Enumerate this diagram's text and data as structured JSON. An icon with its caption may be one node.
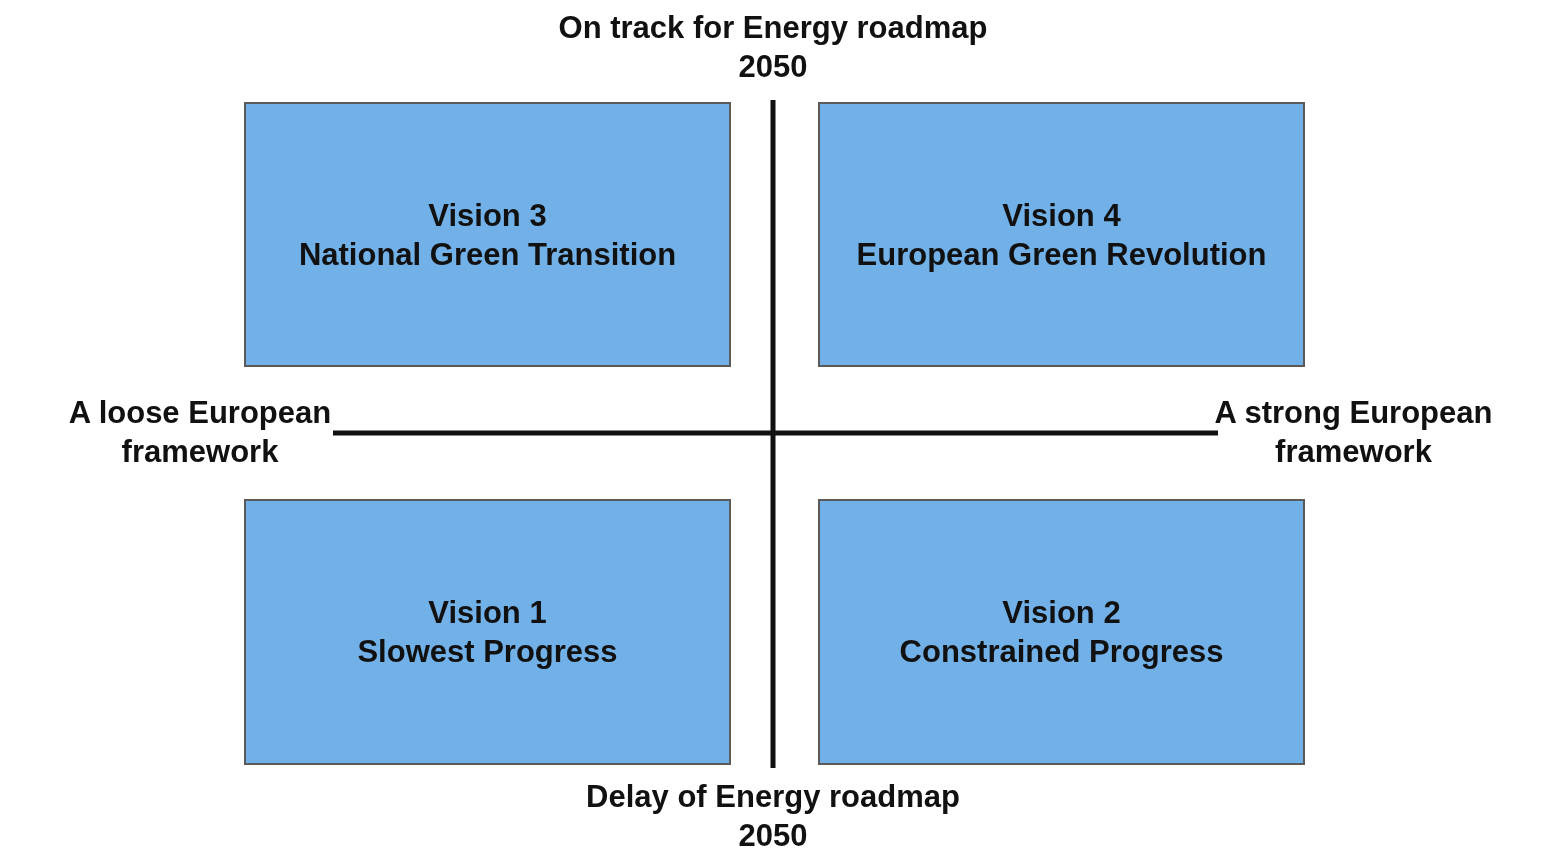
{
  "diagram": {
    "nodes": [
      {
        "text": [
          "Vision 3",
          "National Green Transition"
        ]
      },
      {
        "text": [
          "Vision 4",
          "European Green Revolution"
        ]
      },
      {
        "text": [
          "Vision 1",
          "Slowest Progress"
        ]
      },
      {
        "text": [
          "Vision 2",
          "Constrained Progress"
        ]
      }
    ],
    "labels": [
      "On track for Energy roadmap 2050",
      "A loose European framework",
      "A strong European framework",
      "Delay of Energy roadmap 2050"
    ]
  }
}
